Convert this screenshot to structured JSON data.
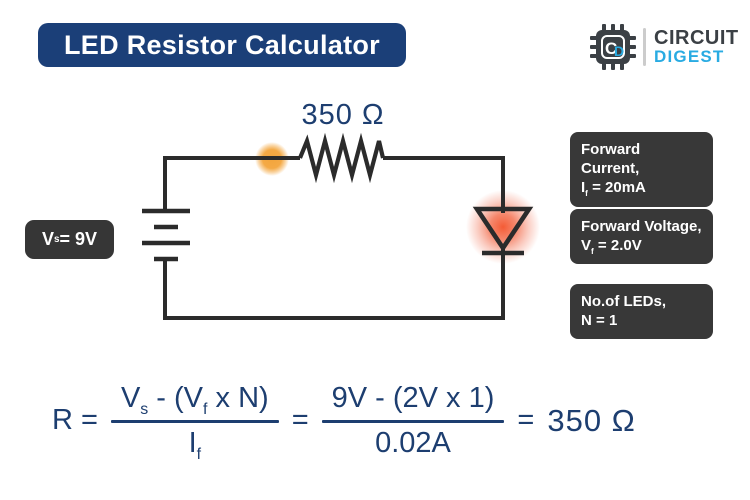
{
  "banner": {
    "title": "LED Resistor Calculator"
  },
  "logo": {
    "line1": "CIRCUIT",
    "line2": "DIGEST",
    "chip_c": "C",
    "chip_d": "D"
  },
  "circuit": {
    "resistor_value": "350 Ω",
    "source_label": {
      "base": "V",
      "sub": "s",
      "rest": " = 9V"
    }
  },
  "info_boxes": [
    {
      "title": "Forward Current,",
      "base": "I",
      "sub": "f",
      "rest": " = 20mA"
    },
    {
      "title": "Forward Voltage,",
      "base": "V",
      "sub": "f",
      "rest": " = 2.0V"
    },
    {
      "title": "No.of LEDs,",
      "base": "N",
      "sub": "",
      "rest": " = 1"
    }
  ],
  "formula": {
    "lhs": "R =",
    "frac1": {
      "n1": "V",
      "n1s": "s",
      "n2": " - (V",
      "n2s": "f",
      "n3": " x N)",
      "d1": "I",
      "d1s": "f"
    },
    "eq1": "=",
    "frac2": {
      "num": "9V - (2V x 1)",
      "den": "0.02A"
    },
    "eq2": "=",
    "result": "350 Ω"
  },
  "colors": {
    "banner_navy": "#1b3f78",
    "formula_navy": "#1d3e70",
    "dark_box": "#383838",
    "wire": "#2b2b2b",
    "logo_blue": "#29abe2",
    "logo_dark": "#3b4045",
    "current_dot_orange": "#f3a53c",
    "led_glow_red": "#f4532b"
  }
}
